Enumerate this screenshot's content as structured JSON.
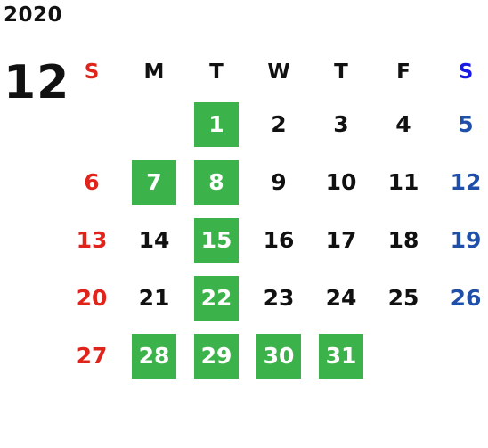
{
  "calendar": {
    "year": "2020",
    "month": "12",
    "weekdays": [
      "S",
      "M",
      "T",
      "W",
      "T",
      "F",
      "S"
    ],
    "colors": {
      "sunday": "#e0241c",
      "saturday": "#1f4fa8",
      "saturday_header": "#1a1ae6",
      "weekday": "#111111",
      "highlight_bg": "#3cb34a",
      "highlight_text": "#ffffff"
    },
    "weeks": [
      [
        null,
        null,
        {
          "d": "1",
          "hl": true
        },
        {
          "d": "2"
        },
        {
          "d": "3"
        },
        {
          "d": "4"
        },
        {
          "d": "5"
        }
      ],
      [
        {
          "d": "6"
        },
        {
          "d": "7",
          "hl": true
        },
        {
          "d": "8",
          "hl": true
        },
        {
          "d": "9"
        },
        {
          "d": "10"
        },
        {
          "d": "11"
        },
        {
          "d": "12"
        }
      ],
      [
        {
          "d": "13"
        },
        {
          "d": "14"
        },
        {
          "d": "15",
          "hl": true
        },
        {
          "d": "16"
        },
        {
          "d": "17"
        },
        {
          "d": "18"
        },
        {
          "d": "19"
        }
      ],
      [
        {
          "d": "20"
        },
        {
          "d": "21"
        },
        {
          "d": "22",
          "hl": true
        },
        {
          "d": "23"
        },
        {
          "d": "24"
        },
        {
          "d": "25"
        },
        {
          "d": "26"
        }
      ],
      [
        {
          "d": "27"
        },
        {
          "d": "28",
          "hl": true
        },
        {
          "d": "29",
          "hl": true
        },
        {
          "d": "30",
          "hl": true
        },
        {
          "d": "31",
          "hl": true
        },
        null,
        null
      ]
    ]
  }
}
